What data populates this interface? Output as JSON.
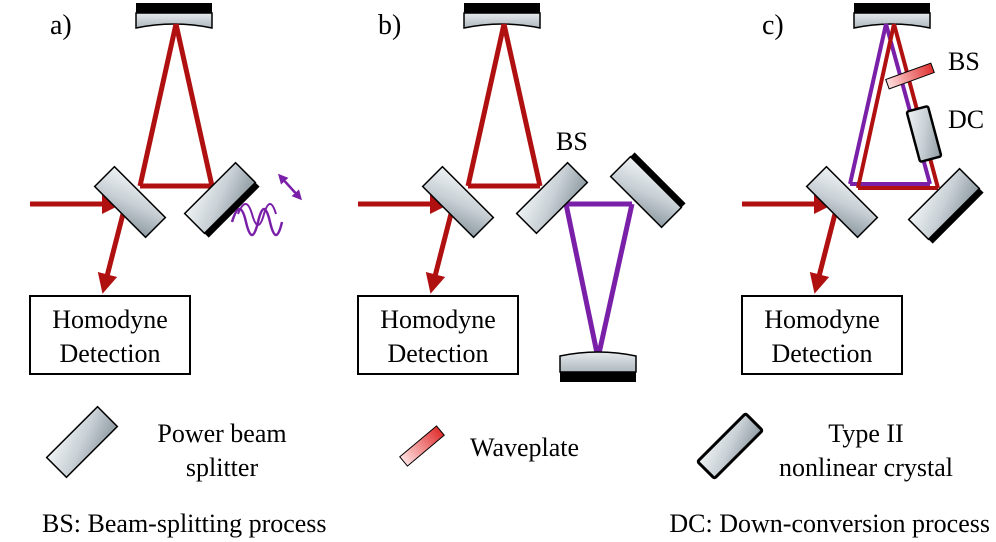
{
  "panels": {
    "a": {
      "label": "a)",
      "detector_line1": "Homodyne",
      "detector_line2": "Detection"
    },
    "b": {
      "label": "b)",
      "bs_label": "BS",
      "detector_line1": "Homodyne",
      "detector_line2": "Detection"
    },
    "c": {
      "label": "c)",
      "bs_label": "BS",
      "dc_label": "DC",
      "detector_line1": "Homodyne",
      "detector_line2": "Detection"
    }
  },
  "legend": {
    "beam_splitter_line1": "Power beam",
    "beam_splitter_line2": "splitter",
    "waveplate": "Waveplate",
    "crystal_line1": "Type II",
    "crystal_line2": "nonlinear crystal",
    "bs_def": "BS: Beam-splitting process",
    "dc_def": "DC: Down-conversion process"
  },
  "colors": {
    "beam_red": "#b01010",
    "beam_purple": "#7a1fa8",
    "mirror_fill": "#cfd6db",
    "waveplate_red": "#e04040",
    "mirror_black": "#000000"
  }
}
